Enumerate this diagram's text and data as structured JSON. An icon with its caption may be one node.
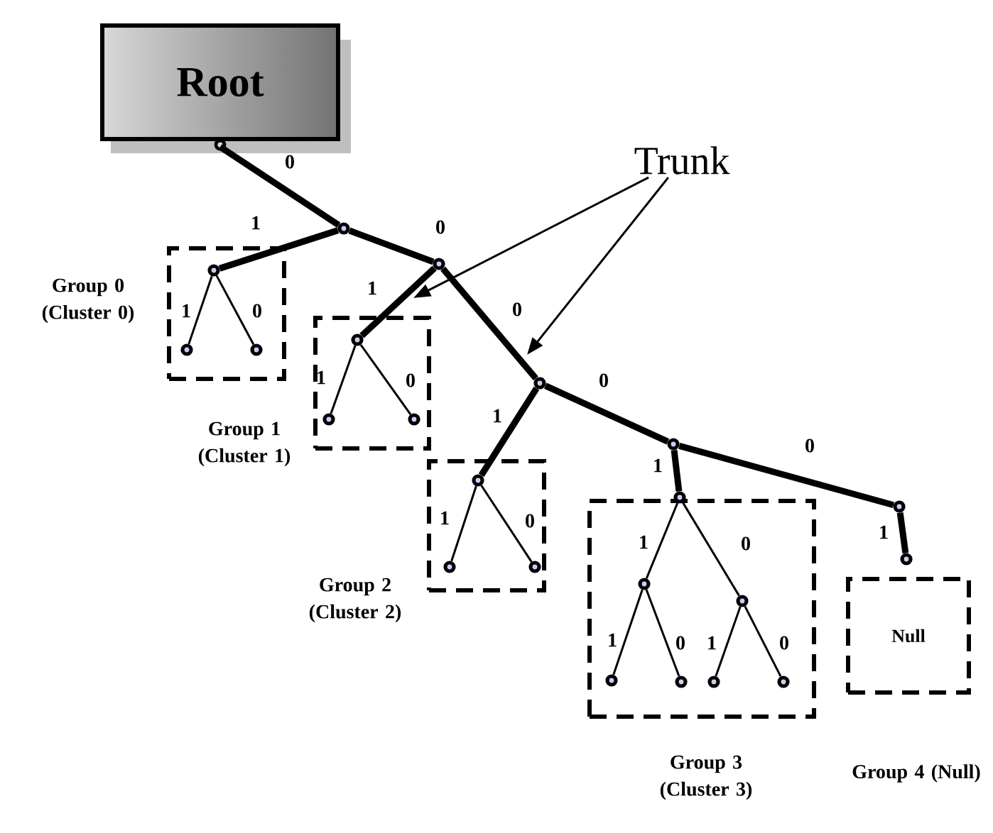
{
  "diagram": {
    "nodes": [
      {
        "text": [
          "Root"
        ]
      },
      {
        "text": [
          "Trunk"
        ]
      },
      {
        "text": [],
        "shape": "circle"
      },
      {
        "text": [
          "Group 0 (Cluster 0)"
        ]
      },
      {
        "text": [],
        "shape": "circle",
        "in": 3
      },
      {
        "text": [],
        "shape": "circle",
        "in": 3
      },
      {
        "text": [],
        "shape": "circle",
        "in": 3
      },
      {
        "text": [],
        "shape": "circle"
      },
      {
        "text": [
          "Group 1 (Cluster 1)"
        ]
      },
      {
        "text": [],
        "shape": "circle",
        "in": 8
      },
      {
        "text": [],
        "shape": "circle",
        "in": 8
      },
      {
        "text": [],
        "shape": "circle",
        "in": 8
      },
      {
        "text": [],
        "shape": "circle"
      },
      {
        "text": [
          "Group 2 (Cluster 2)"
        ]
      },
      {
        "text": [],
        "shape": "circle",
        "in": 13
      },
      {
        "text": [],
        "shape": "circle",
        "in": 13
      },
      {
        "text": [],
        "shape": "circle",
        "in": 13
      },
      {
        "text": [],
        "shape": "circle"
      },
      {
        "text": [
          "Group 3 (Cluster 3)"
        ]
      },
      {
        "text": [],
        "shape": "circle",
        "in": 18
      },
      {
        "text": [],
        "shape": "circle",
        "in": 18
      },
      {
        "text": [],
        "shape": "circle",
        "in": 18
      },
      {
        "text": [],
        "shape": "circle",
        "in": 18
      },
      {
        "text": [],
        "shape": "circle",
        "in": 18
      },
      {
        "text": [],
        "shape": "circle",
        "in": 18
      },
      {
        "text": [],
        "shape": "circle",
        "in": 18
      },
      {
        "text": [],
        "shape": "circle"
      },
      {
        "text": [],
        "shape": "circle"
      },
      {
        "text": [
          "Null",
          "Group 4 (Null)"
        ]
      }
    ],
    "edges": [
      {
        "from": 0,
        "to": 2,
        "arrow": "none",
        "label": "0",
        "style": "thick"
      },
      {
        "from": 2,
        "to": 4,
        "arrow": "none",
        "label": "1",
        "style": "thick"
      },
      {
        "from": 2,
        "to": 7,
        "arrow": "none",
        "label": "0",
        "style": "thick"
      },
      {
        "from": 4,
        "to": 5,
        "arrow": "none",
        "label": "1"
      },
      {
        "from": 4,
        "to": 6,
        "arrow": "none",
        "label": "0"
      },
      {
        "from": 7,
        "to": 9,
        "arrow": "none",
        "label": "1",
        "style": "thick"
      },
      {
        "from": 7,
        "to": 12,
        "arrow": "none",
        "label": "0",
        "style": "thick"
      },
      {
        "from": 9,
        "to": 10,
        "arrow": "none",
        "label": "1"
      },
      {
        "from": 9,
        "to": 11,
        "arrow": "none",
        "label": "0"
      },
      {
        "from": 12,
        "to": 14,
        "arrow": "none",
        "label": "1",
        "style": "thick"
      },
      {
        "from": 12,
        "to": 17,
        "arrow": "none",
        "label": "0",
        "style": "thick"
      },
      {
        "from": 14,
        "to": 15,
        "arrow": "none",
        "label": "1"
      },
      {
        "from": 14,
        "to": 16,
        "arrow": "none",
        "label": "0"
      },
      {
        "from": 17,
        "to": 19,
        "arrow": "none",
        "label": "1",
        "style": "thick"
      },
      {
        "from": 17,
        "to": 26,
        "arrow": "none",
        "label": "0",
        "style": "thick"
      },
      {
        "from": 19,
        "to": 20,
        "arrow": "none",
        "label": "1"
      },
      {
        "from": 19,
        "to": 21,
        "arrow": "none",
        "label": "0"
      },
      {
        "from": 20,
        "to": 22,
        "arrow": "none",
        "label": "1"
      },
      {
        "from": 20,
        "to": 23,
        "arrow": "none",
        "label": "0"
      },
      {
        "from": 21,
        "to": 24,
        "arrow": "none",
        "label": "1"
      },
      {
        "from": 21,
        "to": 25,
        "arrow": "none",
        "label": "0"
      },
      {
        "from": 26,
        "to": 27,
        "arrow": "none",
        "label": "1",
        "style": "thick"
      },
      {
        "from": 1,
        "to": null,
        "arrow": "to"
      },
      {
        "from": 1,
        "to": null,
        "arrow": "to"
      }
    ]
  }
}
